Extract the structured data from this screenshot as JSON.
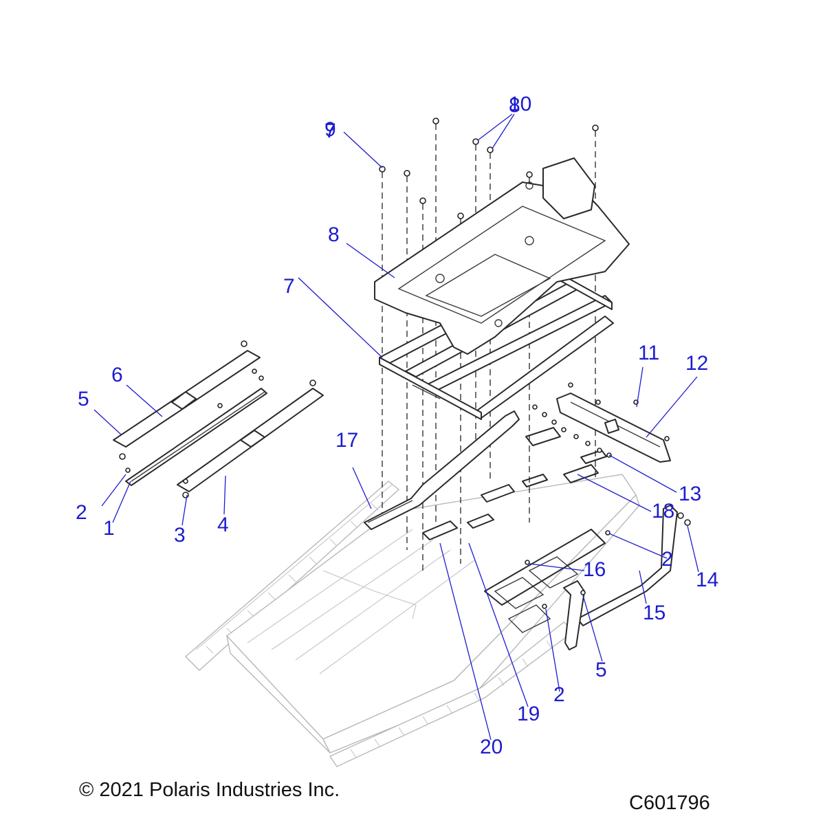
{
  "diagram": {
    "callouts": [
      {
        "id": "c1",
        "label": "1"
      },
      {
        "id": "c2a",
        "label": "2"
      },
      {
        "id": "c2b",
        "label": "2"
      },
      {
        "id": "c2c",
        "label": "2"
      },
      {
        "id": "c3",
        "label": "3"
      },
      {
        "id": "c4",
        "label": "4"
      },
      {
        "id": "c5a",
        "label": "5"
      },
      {
        "id": "c5b",
        "label": "5"
      },
      {
        "id": "c6",
        "label": "6"
      },
      {
        "id": "c7",
        "label": "7"
      },
      {
        "id": "c8",
        "label": "8"
      },
      {
        "id": "c9",
        "label": "9"
      },
      {
        "id": "c10",
        "label": "10"
      },
      {
        "id": "c11",
        "label": "11"
      },
      {
        "id": "c12",
        "label": "12"
      },
      {
        "id": "c13",
        "label": "13"
      },
      {
        "id": "c14",
        "label": "14"
      },
      {
        "id": "c15",
        "label": "15"
      },
      {
        "id": "c16",
        "label": "16"
      },
      {
        "id": "c17",
        "label": "17"
      },
      {
        "id": "c18",
        "label": "18"
      },
      {
        "id": "c19",
        "label": "19"
      },
      {
        "id": "c20",
        "label": "20"
      }
    ],
    "colors": {
      "callout": "#1c1ccf",
      "line_art": "#2a2a2a",
      "ghost_art": "#b8b8b8"
    }
  },
  "footer": {
    "copyright": "© 2021 Polaris Industries Inc.",
    "diagram_code": "C601796"
  }
}
